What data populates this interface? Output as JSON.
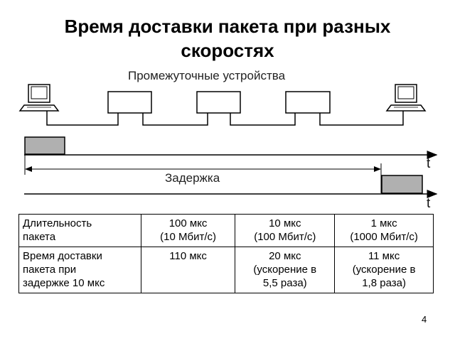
{
  "slide": {
    "title_line1": "Время доставки пакета при разных",
    "title_line2": "скоростях",
    "page_number": "4"
  },
  "diagram": {
    "intermediate_devices_label": "Промежуточные устройства",
    "delay_label": "Задержка",
    "time_axis_label_top": "t",
    "time_axis_label_bottom": "t",
    "packet_color": "#b0b0b0"
  },
  "table": {
    "rows": [
      {
        "header": [
          "Длительность",
          "пакета"
        ],
        "cells": [
          [
            "100 мкс",
            "(10 Мбит/с)"
          ],
          [
            "10 мкс",
            "(100 Мбит/с)"
          ],
          [
            "1 мкс",
            "(1000 Мбит/с)"
          ]
        ]
      },
      {
        "header": [
          "Время доставки",
          "пакета при",
          "задержке 10 мкс"
        ],
        "cells": [
          [
            "110 мкс"
          ],
          [
            "20 мкс",
            "(ускорение в",
            "5,5 раза)"
          ],
          [
            "11 мкс",
            "(ускорение в",
            "1,8 раза)"
          ]
        ]
      }
    ]
  }
}
